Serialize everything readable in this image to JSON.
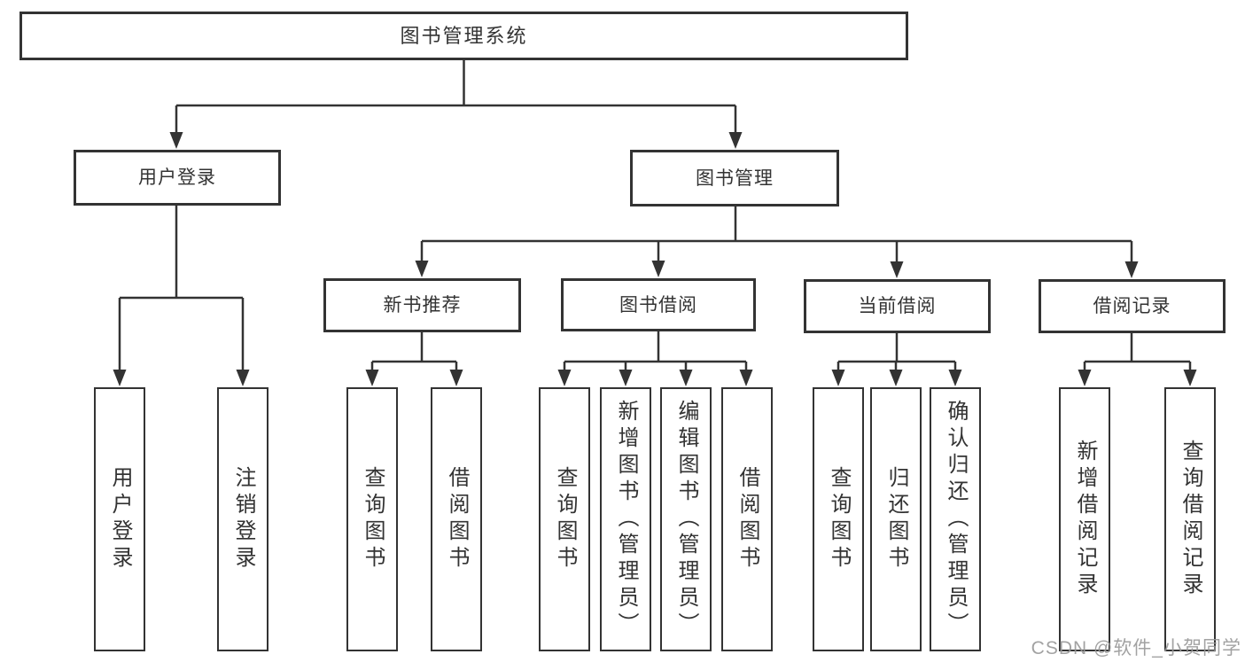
{
  "diagram": {
    "title": "图书管理系统",
    "root": {
      "label": "图书管理系统"
    },
    "level2": [
      {
        "label": "用户登录"
      },
      {
        "label": "图书管理"
      }
    ],
    "level3": [
      {
        "label": "新书推荐"
      },
      {
        "label": "图书借阅"
      },
      {
        "label": "当前借阅"
      },
      {
        "label": "借阅记录"
      }
    ],
    "leaves": [
      {
        "label": "用户登录",
        "parent": "用户登录"
      },
      {
        "label": "注销登录",
        "parent": "用户登录"
      },
      {
        "label": "查询图书",
        "parent": "新书推荐"
      },
      {
        "label": "借阅图书",
        "parent": "新书推荐"
      },
      {
        "label": "查询图书",
        "parent": "图书借阅"
      },
      {
        "label": "新增图书（管理员）",
        "parent": "图书借阅"
      },
      {
        "label": "编辑图书（管理员）",
        "parent": "图书借阅"
      },
      {
        "label": "借阅图书",
        "parent": "图书借阅"
      },
      {
        "label": "查询图书",
        "parent": "当前借阅"
      },
      {
        "label": "归还图书",
        "parent": "当前借阅"
      },
      {
        "label": "确认归还（管理员）",
        "parent": "当前借阅"
      },
      {
        "label": "新增借阅记录",
        "parent": "借阅记录"
      },
      {
        "label": "查询借阅记录",
        "parent": "借阅记录"
      }
    ]
  },
  "watermark": {
    "text": "CSDN @软件_小贺同学"
  },
  "colors": {
    "line": "#333333",
    "box_border": "#333333",
    "text": "#333333",
    "background": "#ffffff",
    "watermark": "#989898"
  }
}
